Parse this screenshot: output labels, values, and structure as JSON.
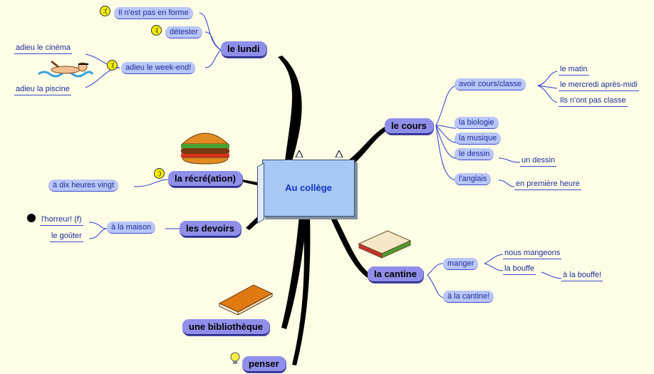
{
  "center": {
    "label": "Au collège"
  },
  "branches": {
    "lundi": {
      "label": "le lundi",
      "items": [
        {
          "label": "Il n'est pas en forme",
          "icon": "sad-face-icon"
        },
        {
          "label": "détester",
          "icon": "sad-face-icon"
        },
        {
          "label": "adieu le week-end!",
          "icon": "sad-face-icon"
        }
      ],
      "sub": [
        "adieu le cinéma",
        "adieu la piscine"
      ],
      "image": "swimmer-icon"
    },
    "recre": {
      "label": "la récré(ation)",
      "items": [
        {
          "label": "à dix heures vingt"
        }
      ],
      "icon": "happy-face-icon",
      "image": "hamburger-icon"
    },
    "devoirs": {
      "label": "les devoirs",
      "items": [
        {
          "label": "à la maison"
        }
      ],
      "sub": [
        "l'horreur! (f)",
        "le goûter"
      ],
      "icon": "bomb-icon"
    },
    "biblio": {
      "label": "une bibliothèque",
      "image": "book-icon"
    },
    "penser": {
      "label": "penser",
      "icon": "lightbulb-icon"
    },
    "cours": {
      "label": "le cours",
      "items": [
        "avoir cours/classe",
        "la biologie",
        "la musique",
        "le dessin",
        "l'anglais"
      ],
      "avoir_sub": [
        "le matin",
        "le mercredi après-midi",
        "Ils n'ont pas classe"
      ],
      "dessin_sub": "un dessin",
      "anglais_sub": "en première heure"
    },
    "cantine": {
      "label": "la cantine",
      "items": [
        "manger",
        "à la cantine!"
      ],
      "manger_sub": [
        "nous mangeons",
        "la bouffe"
      ],
      "bouffe_sub": "à la bouffe!",
      "image": "sandwich-icon"
    }
  },
  "colors": {
    "background": "#fefee6",
    "main_node": "#8f8fea",
    "sub_node": "#b9c6f7",
    "text": "#1c2c9a",
    "center": "#a8c8f4"
  }
}
